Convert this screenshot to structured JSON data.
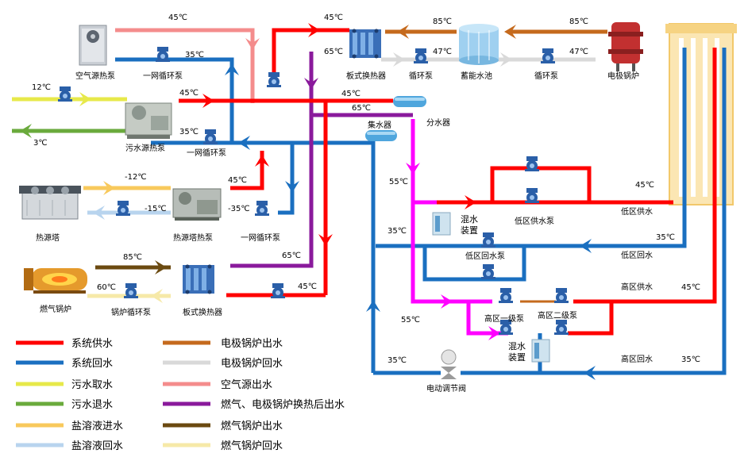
{
  "colors": {
    "supply": "#ff0000",
    "return": "#1a6fc0",
    "sewage_in": "#e7e94a",
    "sewage_out": "#6aaa3c",
    "brine_in": "#f8c95c",
    "brine_out": "#b8d4ee",
    "electric_out": "#c56a1d",
    "electric_return": "#d9d9d9",
    "airsource_out": "#f48c8c",
    "hx_out": "#8a1a9c",
    "gas_out": "#6b4a10",
    "gas_return": "#f6e9a8",
    "magenta": "#ff00ff",
    "pump": "#2a5fa8",
    "building": "#f6d382"
  },
  "equipment": {
    "air_source_hp": "空气源热泵",
    "pump_primary_1": "一网循环泵",
    "plate_hx_top": "板式换热器",
    "circ_pump_1": "循环泵",
    "storage_tank": "蓄能水池",
    "circ_pump_2": "循环泵",
    "electric_boiler": "电极锅炉",
    "sewage_hp": "污水源热泵",
    "pump_primary_2": "一网循环泵",
    "collector": "集水器",
    "distributor": "分水器",
    "heat_tower": "热源塔",
    "heat_tower_hp": "热源塔热泵",
    "pump_primary_3": "一网循环泵",
    "gas_boiler": "燃气锅炉",
    "boiler_pump": "锅炉循环泵",
    "plate_hx_bottom": "板式换热器",
    "mixing_device_1": "混水\n装置",
    "low_supply_pump": "低区供水泵",
    "low_return_pump": "低区回水泵",
    "high_pump_1": "高区一级泵",
    "high_pump_2": "高区二级泵",
    "mixing_device_2": "混水\n装置",
    "electric_valve": "电动调节阀"
  },
  "zones": {
    "low_supply": "低区供水",
    "low_return": "低区回水",
    "high_supply": "高区供水",
    "high_return": "高区回水"
  },
  "temps": {
    "t_air_out": "45℃",
    "t_air_return": "35℃",
    "t_hx_top_in": "45℃",
    "t_hx_top_65": "65℃",
    "t_electric_out": "85℃",
    "t_tank_return": "47℃",
    "t_boiler_out": "85℃",
    "t_boiler_return": "47℃",
    "t_sewage_in": "12℃",
    "t_sewage_out": "3℃",
    "t_sewage_supply": "45℃",
    "t_main_45": "45℃",
    "t_main_65": "65℃",
    "t_sewage_return": "35℃",
    "t_tower_in": "-12℃",
    "t_tower_out": "-15℃",
    "t_tower_supply": "45℃",
    "t_tower_return": "-35℃",
    "t_gas_out": "85℃",
    "t_gas_return": "60℃",
    "t_gas_hx_65": "65℃",
    "t_gas_hx_45": "45℃",
    "t_dist_55": "55℃",
    "t_low_return_35": "35℃",
    "t_low_supply_45": "45℃",
    "t_low_return_right": "35℃",
    "t_high_55": "55℃",
    "t_high_supply_45": "45℃",
    "t_high_return_35": "35℃",
    "t_bottom_35": "35℃"
  },
  "legend": {
    "col1": [
      "系统供水",
      "系统回水",
      "污水取水",
      "污水退水",
      "盐溶液进水",
      "盐溶液回水"
    ],
    "col2": [
      "电极锅炉出水",
      "电极锅炉回水",
      "空气源出水",
      "燃气、电极锅炉换热后出水",
      "燃气锅炉出水",
      "燃气锅炉回水"
    ]
  }
}
